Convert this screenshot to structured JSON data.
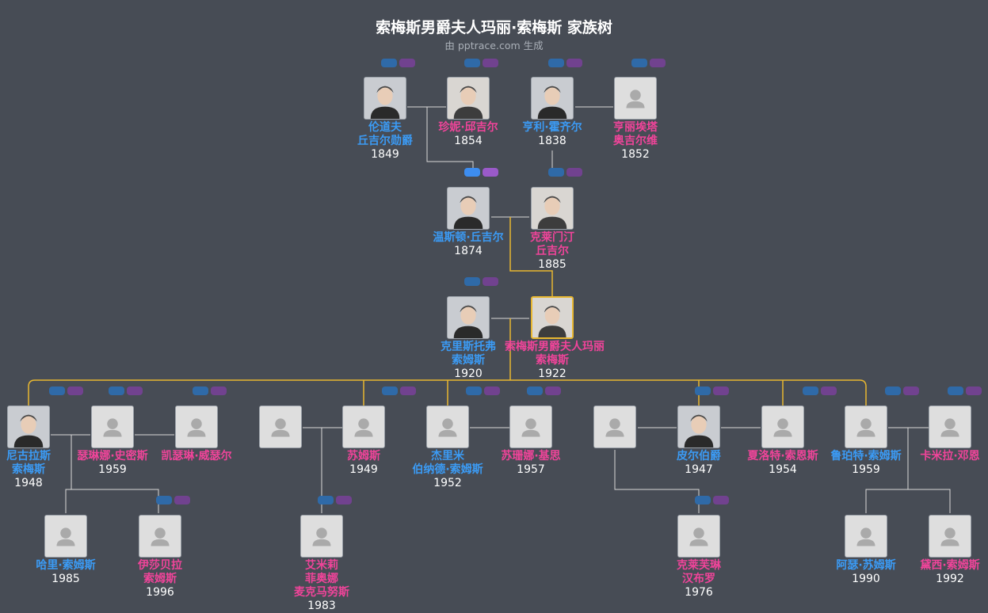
{
  "title": "索梅斯男爵夫人玛丽·索梅斯 家族树",
  "subtitle": "由 pptrace.com 生成",
  "people": {
    "lord_randolph": {
      "lines": [
        "伦道夫",
        "丘吉尔勋爵"
      ],
      "year": "1849",
      "gender": "m",
      "photo": "portrait"
    },
    "jennie": {
      "lines": [
        "珍妮·邱吉尔"
      ],
      "year": "1854",
      "gender": "f",
      "photo": "portrait"
    },
    "henry_hozier": {
      "lines": [
        "亨利·霍齐尔"
      ],
      "year": "1838",
      "gender": "m",
      "photo": "portrait"
    },
    "henrietta": {
      "lines": [
        "亨丽埃塔",
        "奥吉尔维"
      ],
      "year": "1852",
      "gender": "f",
      "photo": "placeholder"
    },
    "winston": {
      "lines": [
        "温斯顿·丘吉尔"
      ],
      "year": "1874",
      "gender": "m",
      "photo": "portrait"
    },
    "clementine": {
      "lines": [
        "克莱门汀",
        "丘吉尔"
      ],
      "year": "1885",
      "gender": "f",
      "photo": "portrait"
    },
    "christopher": {
      "lines": [
        "克里斯托弗",
        "索姆斯"
      ],
      "year": "1920",
      "gender": "m",
      "photo": "portrait"
    },
    "mary": {
      "lines": [
        "索梅斯男爵夫人玛丽",
        "索梅斯"
      ],
      "year": "1922",
      "gender": "f",
      "photo": "portrait"
    },
    "nicholas": {
      "lines": [
        "尼古拉斯",
        "索梅斯"
      ],
      "year": "1948",
      "gender": "m",
      "photo": "portrait"
    },
    "serena": {
      "lines": [
        "瑟琳娜·史密斯"
      ],
      "year": "1959",
      "gender": "f",
      "photo": "placeholder"
    },
    "catherine": {
      "lines": [
        "凯瑟琳·威瑟尔"
      ],
      "year": "",
      "gender": "f",
      "photo": "placeholder"
    },
    "spouse_emma": {
      "lines": [],
      "year": "",
      "gender": "f",
      "photo": "placeholder"
    },
    "emma": {
      "lines": [
        "苏姆斯"
      ],
      "year": "1949",
      "gender": "f",
      "photo": "placeholder"
    },
    "jeremy": {
      "lines": [
        "杰里米",
        "伯纳德·索姆斯"
      ],
      "year": "1952",
      "gender": "m",
      "photo": "placeholder"
    },
    "susanna": {
      "lines": [
        "苏珊娜·基思"
      ],
      "year": "1957",
      "gender": "f",
      "photo": "placeholder"
    },
    "spouse_pierre": {
      "lines": [],
      "year": "",
      "gender": "f",
      "photo": "placeholder"
    },
    "pierre": {
      "lines": [
        "皮尔伯爵"
      ],
      "year": "1947",
      "gender": "m",
      "photo": "portrait"
    },
    "charlotte": {
      "lines": [
        "夏洛特·索恩斯"
      ],
      "year": "1954",
      "gender": "f",
      "photo": "placeholder"
    },
    "rupert": {
      "lines": [
        "鲁珀特·索姆斯"
      ],
      "year": "1959",
      "gender": "m",
      "photo": "placeholder"
    },
    "camilla": {
      "lines": [
        "卡米拉·邓恩"
      ],
      "year": "",
      "gender": "f",
      "photo": "placeholder"
    },
    "harry": {
      "lines": [
        "哈里·索姆斯"
      ],
      "year": "1985",
      "gender": "m",
      "photo": "placeholder"
    },
    "isabella": {
      "lines": [
        "伊莎贝拉",
        "索姆斯"
      ],
      "year": "1996",
      "gender": "f",
      "photo": "placeholder"
    },
    "emily": {
      "lines": [
        "艾米莉",
        "菲奥娜",
        "麦克马努斯"
      ],
      "year": "1983",
      "gender": "f",
      "photo": "placeholder"
    },
    "clarinda": {
      "lines": [
        "克莱芙琳",
        "汉布罗"
      ],
      "year": "1976",
      "gender": "f",
      "photo": "placeholder"
    },
    "arthur": {
      "lines": [
        "阿瑟·苏姆斯"
      ],
      "year": "1990",
      "gender": "m",
      "photo": "placeholder"
    },
    "daisy": {
      "lines": [
        "黛西·索姆斯"
      ],
      "year": "1992",
      "gender": "f",
      "photo": "placeholder"
    }
  },
  "colors": {
    "male": "#3b9bf5",
    "female": "#f0449a",
    "lines": "#d8d8d8",
    "highlight": "#e8b730",
    "background": "#474c55"
  }
}
